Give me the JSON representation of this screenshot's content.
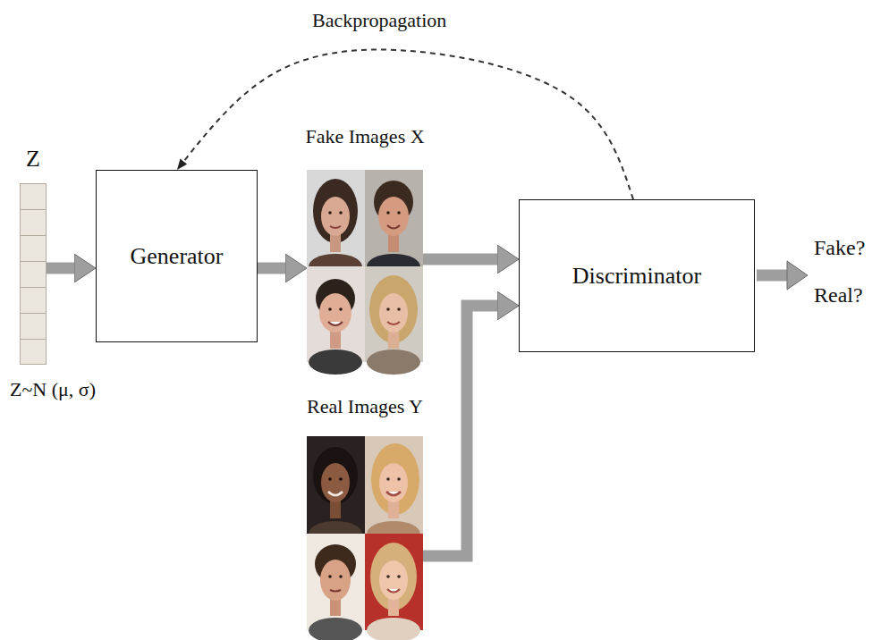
{
  "diagram": {
    "nodes": [
      {
        "text": [
          "Z",
          "Z~N (μ, σ)"
        ]
      },
      {
        "text": [
          "Generator"
        ]
      },
      {
        "text": [
          "Fake Images X"
        ]
      },
      {
        "text": [
          "Discriminator"
        ]
      },
      {
        "text": [
          "Real Images Y"
        ]
      }
    ],
    "edges": [
      {
        "from": 0,
        "to": 1,
        "arrow": "to"
      },
      {
        "from": 1,
        "to": 2,
        "arrow": "to"
      },
      {
        "from": 2,
        "to": 3,
        "arrow": "to"
      },
      {
        "from": 4,
        "to": 3,
        "arrow": "to"
      },
      {
        "from": 3,
        "to": 1,
        "label": "Backpropagation",
        "arrow": "to"
      }
    ],
    "labels": [
      "Fake?",
      "Real?"
    ]
  }
}
